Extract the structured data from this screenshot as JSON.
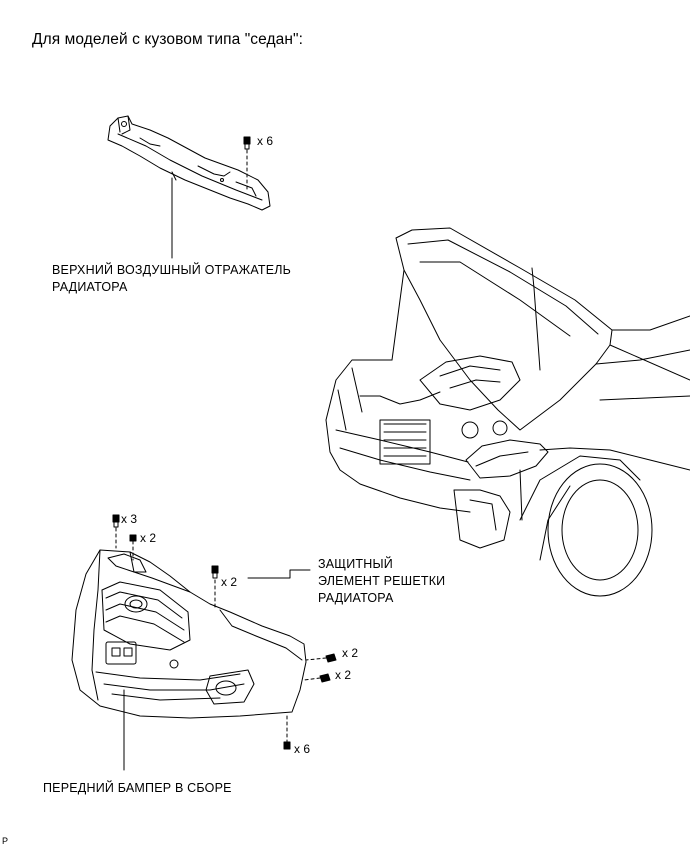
{
  "heading": "Для моделей с кузовом типа \"седан\":",
  "labels": {
    "deflector_line1": "ВЕРХНИЙ ВОЗДУШНЫЙ ОТРАЖАТЕЛЬ",
    "deflector_line2": "РАДИАТОРА",
    "grille_line1": "ЗАЩИТНЫЙ",
    "grille_line2": "ЭЛЕМЕНТ РЕШЕТКИ",
    "grille_line3": "РАДИАТОРА",
    "bumper": "ПЕРЕДНИЙ БАМПЕР В СБОРЕ"
  },
  "quantities": {
    "deflector_clips": "x 6",
    "bumper_top_clips": "x 3",
    "bumper_top_screws": "x 2",
    "grille_clips": "x 2",
    "side_screws_upper": "x 2",
    "side_screws_lower": "x 2",
    "bottom_screws": "x 6"
  },
  "corner_code": "P"
}
